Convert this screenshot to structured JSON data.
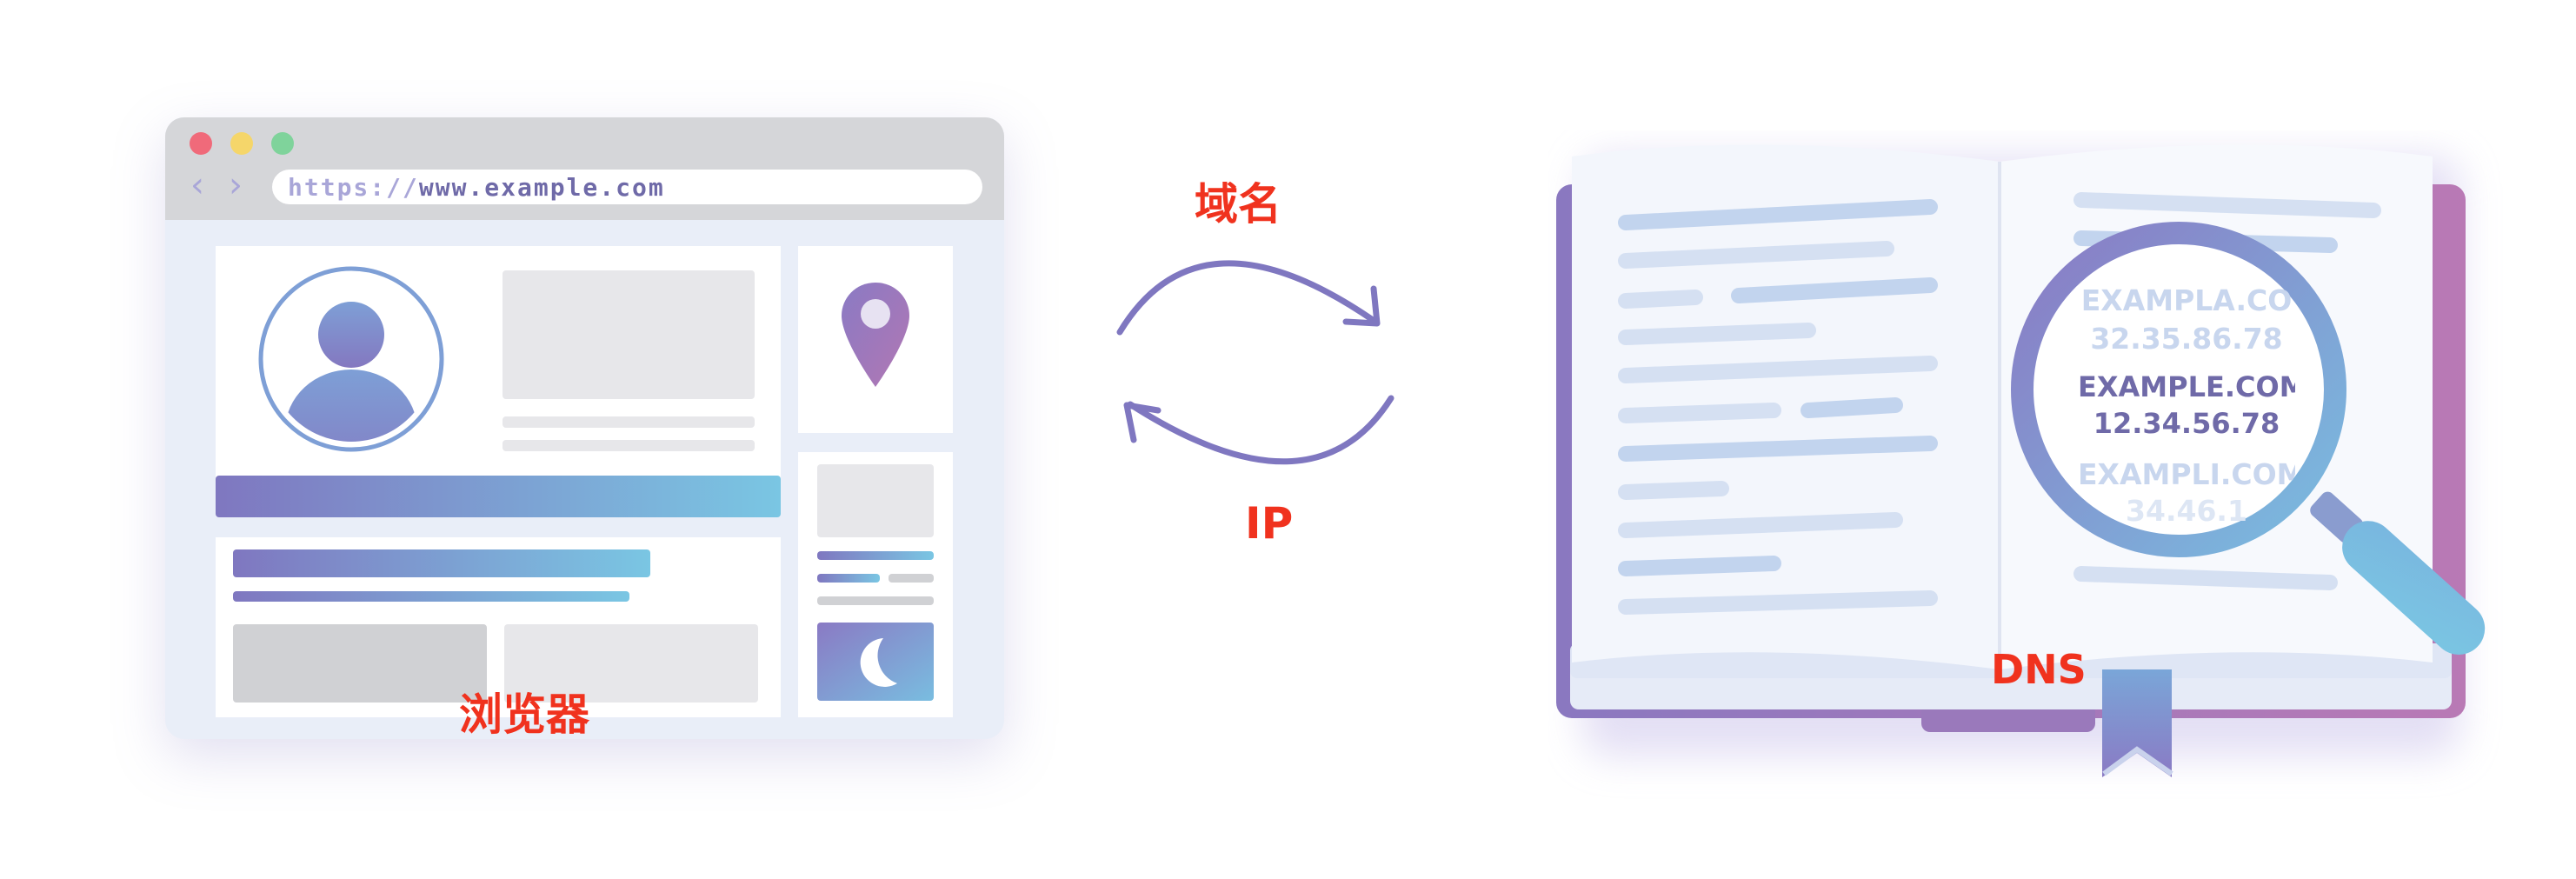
{
  "browser": {
    "address_bar": {
      "url_scheme": "https://",
      "url_host": "www.example.com"
    },
    "label": "浏览器"
  },
  "exchange": {
    "top_label": "域名",
    "bottom_label": "IP"
  },
  "dns_book": {
    "label": "DNS",
    "magnifier": {
      "line_above_partial": "EXAMPLA.CO",
      "ip_above_partial": "32.35.86.78",
      "focus_domain": "EXAMPLE.COM:",
      "focus_ip": "12.34.56.78",
      "line_below_partial": "EXAMPLI.COM",
      "ip_below_partial": "34.46.1"
    }
  },
  "colors": {
    "accent_purple": "#7f77c0",
    "accent_blue": "#7ac6e3",
    "label_red": "#f0321e"
  }
}
